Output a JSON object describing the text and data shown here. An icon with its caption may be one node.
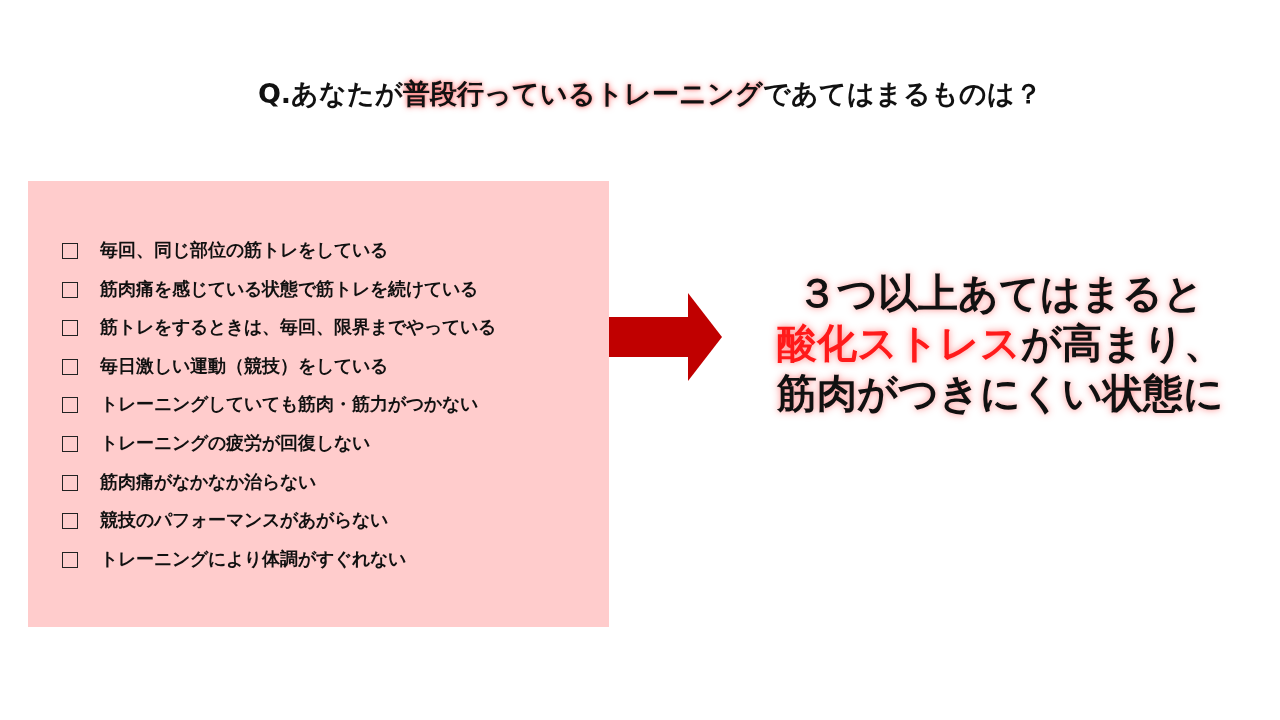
{
  "diagram": {
    "title": "Q.あなたが**普段行っているトレーニング**であてはまるものは？",
    "nodes": [
      {
        "text": [
          "毎回、同じ部位の筋トレをしている",
          "筋肉痛を感じている状態で筋トレを続けている",
          "筋トレをするときは、毎回、限界までやっている",
          "毎日激しい運動（競技）をしている",
          "トレーニングしていても筋肉・筋力がつかない",
          "トレーニングの疲労が回復しない",
          "筋肉痛がなかなか治らない",
          "競技のパフォーマンスがあがらない",
          "トレーニングにより体調がすぐれない"
        ]
      },
      {
        "text": [
          "３つ以上あてはまると",
          "**酸化ストレス**が高まり、",
          "筋肉がつきにくい状態に"
        ]
      }
    ],
    "edges": [
      {
        "from": 0,
        "to": 1,
        "arrow": "to",
        "color": "#c00000"
      }
    ]
  }
}
